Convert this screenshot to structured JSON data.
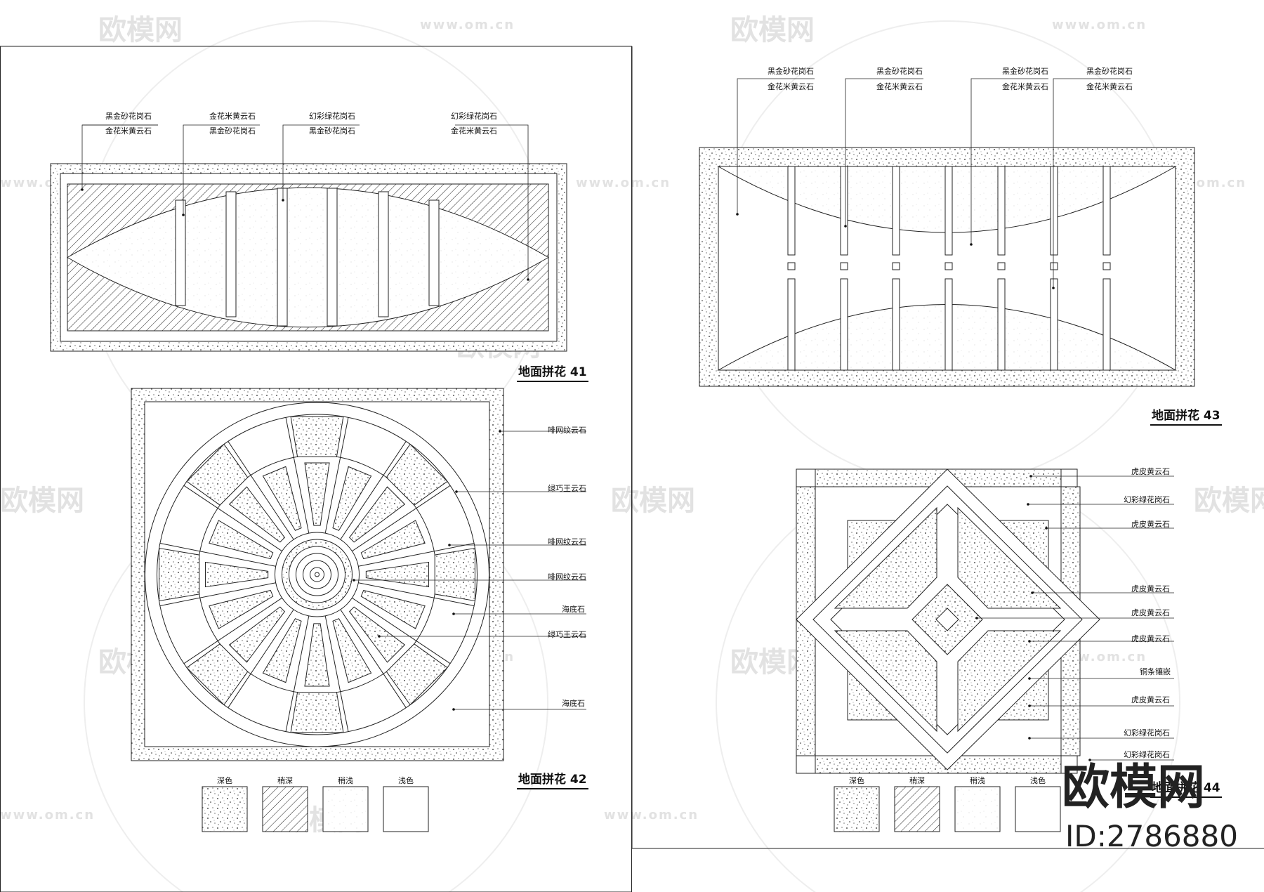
{
  "watermark": {
    "logo_text": "欧模网",
    "url_text": "www.om.cn"
  },
  "brand": {
    "name": "欧模网",
    "id_text": "ID:2786880"
  },
  "panels": {
    "p41": {
      "title": "地面拼花 41",
      "labels": [
        {
          "top": "黑金砂花岗石",
          "bottom": "金花米黄云石"
        },
        {
          "top": "金花米黄云石",
          "bottom": "黑金砂花岗石"
        },
        {
          "top": "幻彩绿花岗石",
          "bottom": "黑金砂花岗石"
        },
        {
          "top": "幻彩绿花岗石",
          "bottom": "金花米黄云石"
        }
      ]
    },
    "p42": {
      "title": "地面拼花 42",
      "labels": [
        "啡网纹云石",
        "绿巧王云石",
        "啡网纹云石",
        "啡网纹云石",
        "海底石",
        "绿巧王云石",
        "海底石"
      ]
    },
    "p43": {
      "title": "地面拼花 43",
      "labels": [
        {
          "top": "黑金砂花岗石",
          "bottom": "金花米黄云石"
        },
        {
          "top": "黑金砂花岗石",
          "bottom": "金花米黄云石"
        },
        {
          "top": "黑金砂花岗石",
          "bottom": "金花米黄云石"
        },
        {
          "top": "黑金砂花岗石",
          "bottom": "金花米黄云石"
        }
      ]
    },
    "p44": {
      "title": "地面拼花 44",
      "labels": [
        "虎皮黄云石",
        "幻彩绿花岗石",
        "虎皮黄云石",
        "虎皮黄云石",
        "虎皮黄云石",
        "虎皮黄云石",
        "铜条镶嵌",
        "虎皮黄云石",
        "幻彩绿花岗石",
        "幻彩绿花岗石"
      ]
    }
  },
  "legend": [
    "深色",
    "稍深",
    "稍浅",
    "浅色"
  ]
}
